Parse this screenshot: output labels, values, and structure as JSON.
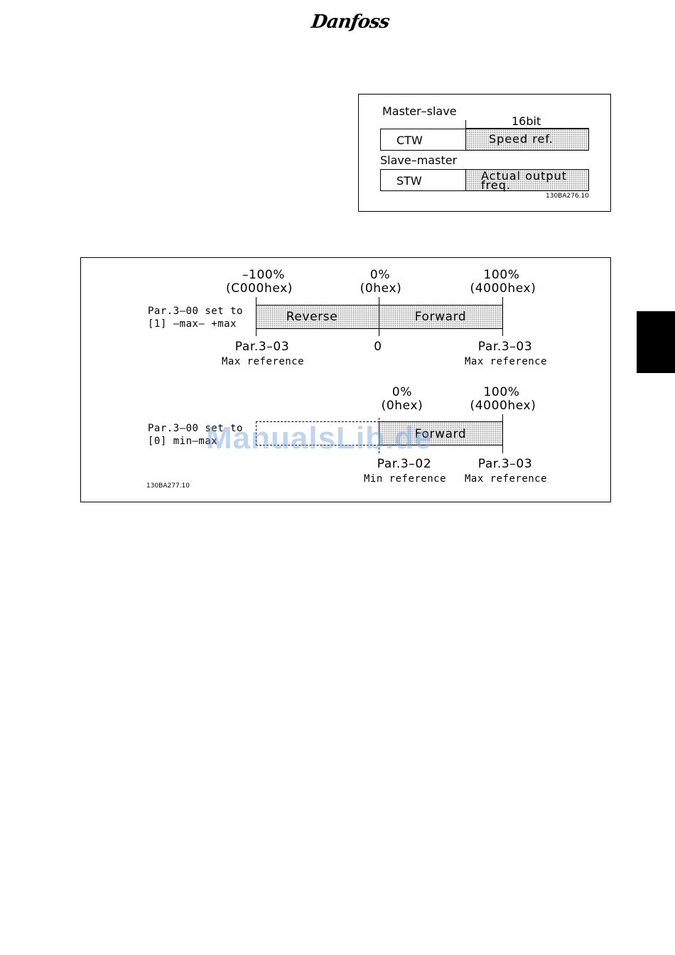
{
  "header": {
    "logo_text": "Danfoss"
  },
  "figure1": {
    "master_slave_label": "Master–slave",
    "bit_label": "16bit",
    "ctw_label": "CTW",
    "speed_ref_label": "Speed ref.",
    "slave_master_label": "Slave–master",
    "stw_label": "STW",
    "actual_output_line1": "Actual output",
    "actual_output_line2": "freq.",
    "figure_id": "130BA276.10"
  },
  "figure2": {
    "top": {
      "neg_percent": "–100%",
      "neg_hex": "(C000hex)",
      "zero_percent": "0%",
      "zero_hex": "(0hex)",
      "pos_percent": "100%",
      "pos_hex": "(4000hex)",
      "setting_line1": "Par.3–00 set to",
      "setting_line2": "[1] –max– +max",
      "reverse_label": "Reverse",
      "forward_label": "Forward",
      "left_par": "Par.3–03",
      "left_desc": "Max reference",
      "zero_label": "0",
      "right_par": "Par.3–03",
      "right_desc": "Max reference"
    },
    "bottom": {
      "zero_percent": "0%",
      "zero_hex": "(0hex)",
      "pos_percent": "100%",
      "pos_hex": "(4000hex)",
      "setting_line1": "Par.3–00 set to",
      "setting_line2": "[0] min–max",
      "forward_label": "Forward",
      "min_par": "Par.3–02",
      "min_desc": "Min reference",
      "max_par": "Par.3–03",
      "max_desc": "Max reference"
    },
    "figure_id": "130BA277.10"
  },
  "watermark": "ManualsLib.de"
}
